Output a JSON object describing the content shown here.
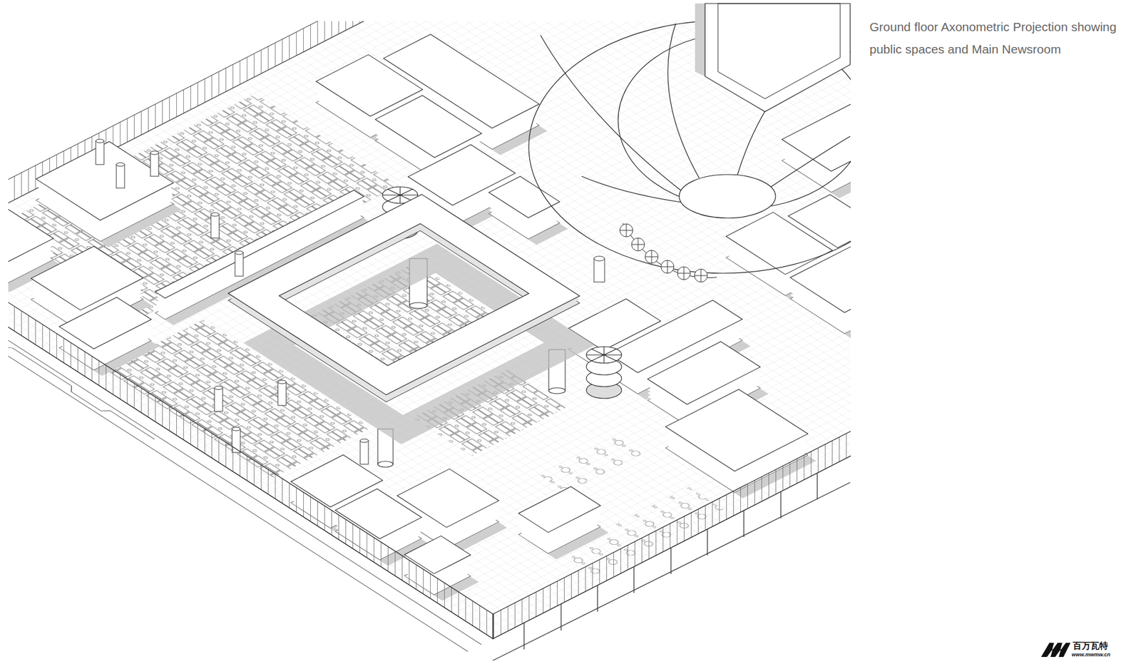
{
  "diagram": {
    "title": "Ground floor Axonometric Projection showing public spaces and Main Newsroom",
    "labels": [
      "百万瓦特",
      "www.mwmw.cn"
    ]
  }
}
